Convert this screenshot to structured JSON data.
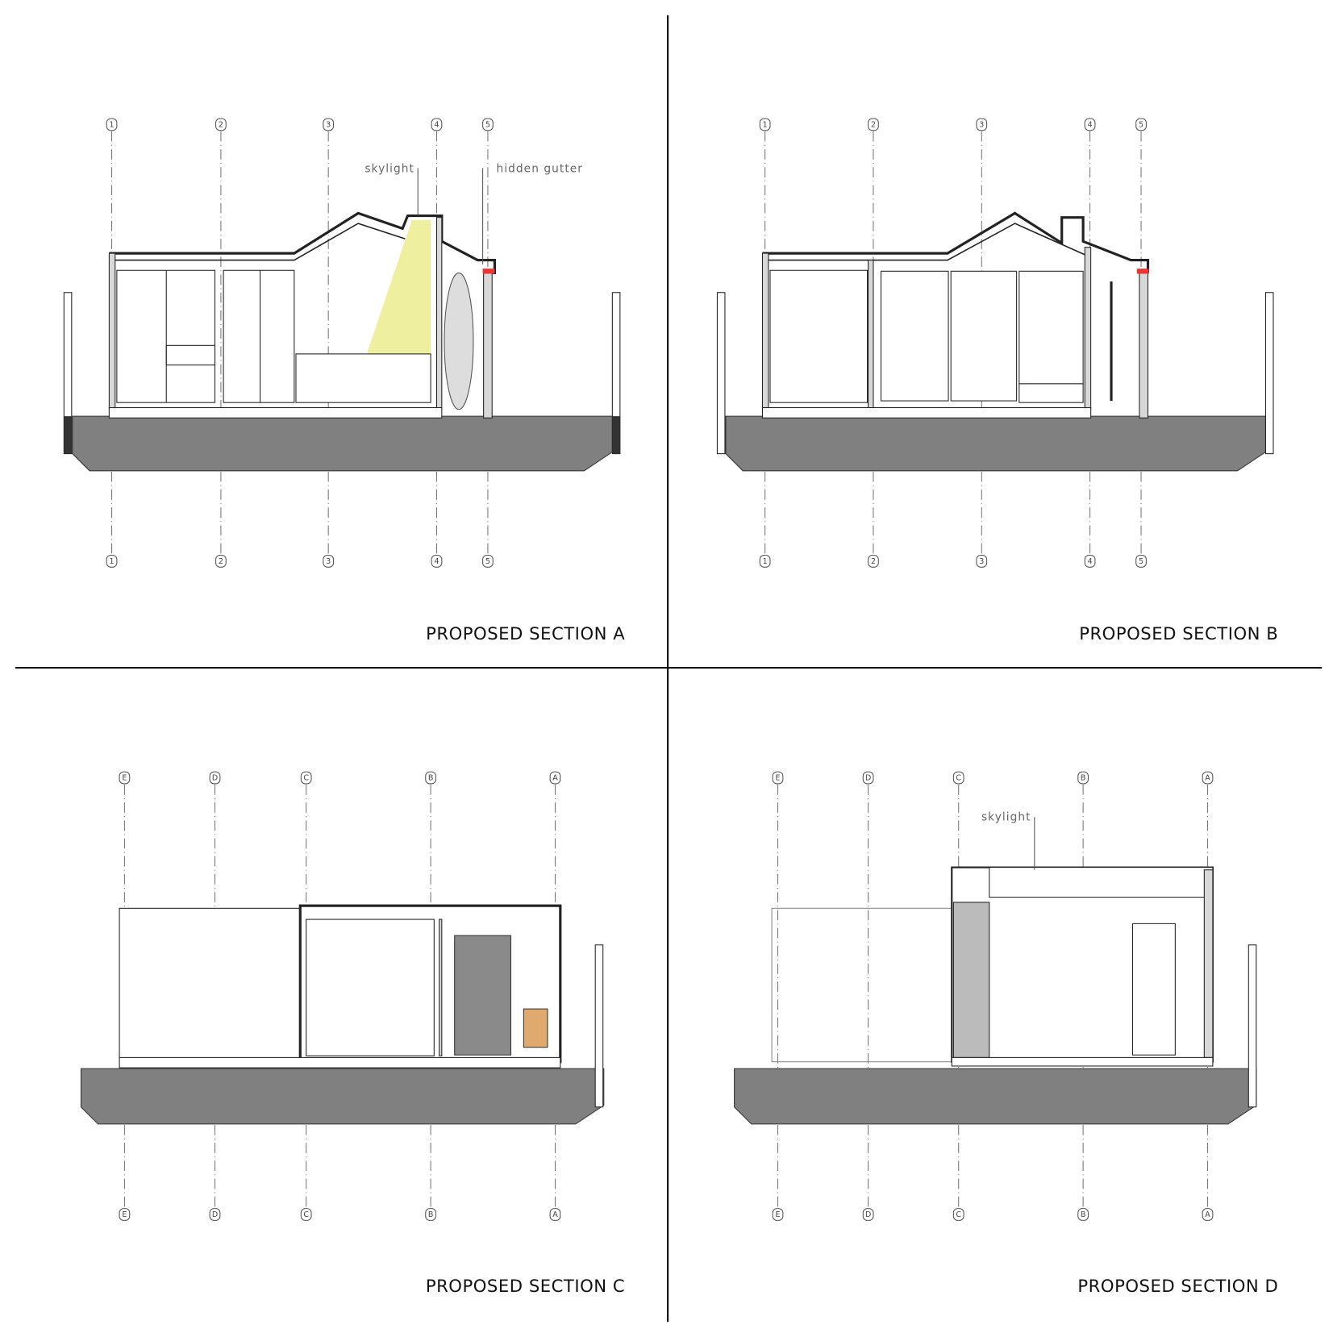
{
  "sections": [
    {
      "id": "A",
      "title": "PROPOSED SECTION A",
      "grid": [
        "1",
        "2",
        "3",
        "4",
        "5"
      ],
      "annotations": [
        {
          "text": "skylight"
        },
        {
          "text": "hidden gutter"
        }
      ]
    },
    {
      "id": "B",
      "title": "PROPOSED SECTION B",
      "grid": [
        "1",
        "2",
        "3",
        "4",
        "5"
      ],
      "annotations": []
    },
    {
      "id": "C",
      "title": "PROPOSED SECTION C",
      "grid": [
        "E",
        "D",
        "C",
        "B",
        "A"
      ],
      "annotations": []
    },
    {
      "id": "D",
      "title": "PROPOSED SECTION D",
      "grid": [
        "E",
        "D",
        "C",
        "B",
        "A"
      ],
      "annotations": [
        {
          "text": "skylight"
        }
      ]
    }
  ],
  "colors": {
    "ground": "#808080",
    "skylight_light": "#eef0a0",
    "cabinet": "#8a8a8a",
    "vanity": "#e0a96d",
    "wall": "#d8d8d8"
  }
}
